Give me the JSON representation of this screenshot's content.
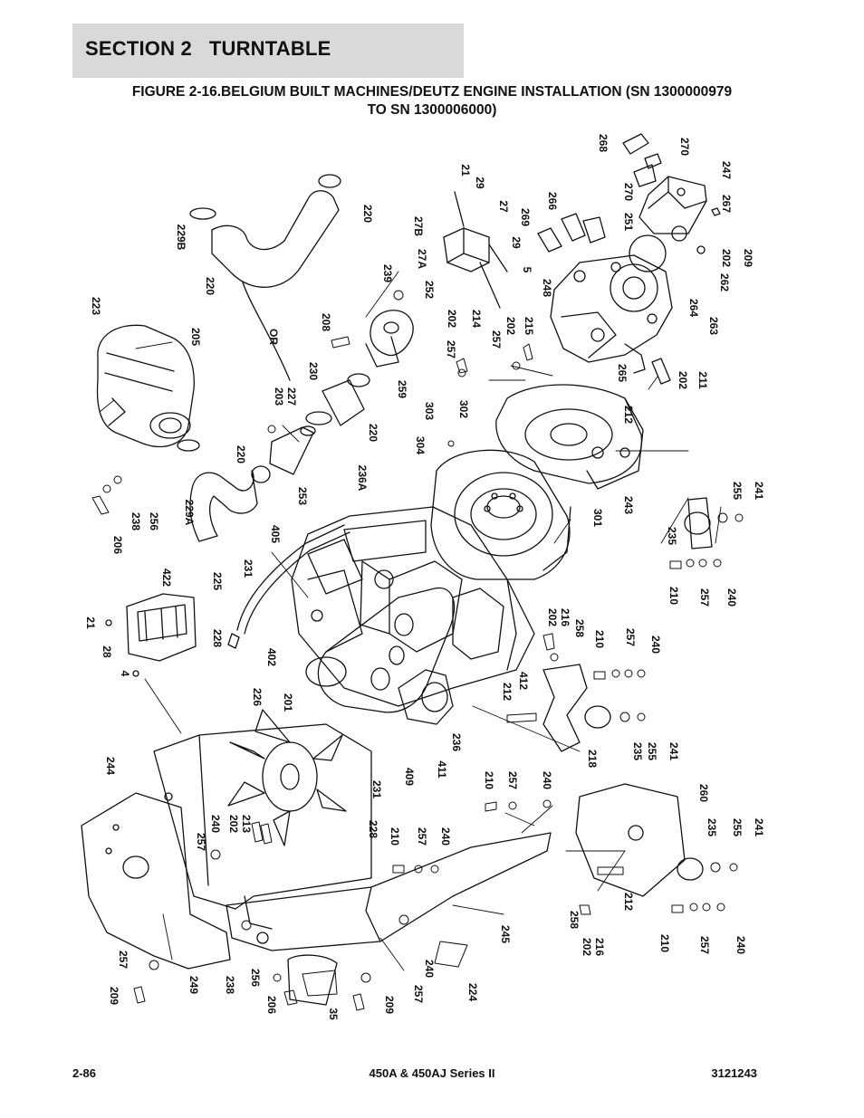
{
  "header": {
    "section": "SECTION 2   TURNTABLE"
  },
  "figure": {
    "title_line1": "FIGURE 2-16.BELGIUM BUILT MACHINES/DEUTZ ENGINE INSTALLATION (SN 1300000979",
    "title_line2": "TO SN 1300006000)"
  },
  "callouts": [
    "21",
    "29",
    "27",
    "27B",
    "27A",
    "5",
    "29",
    "268",
    "270",
    "270",
    "247",
    "266",
    "269",
    "251",
    "267",
    "202",
    "209",
    "262",
    "248",
    "264",
    "263",
    "265",
    "202",
    "211",
    "202",
    "214",
    "202",
    "215",
    "257",
    "257",
    "239",
    "252",
    "208",
    "230",
    "259",
    "220",
    "220",
    "229B",
    "220",
    "223",
    "205",
    "OR",
    "203",
    "227",
    "302",
    "303",
    "304",
    "212",
    "236A",
    "301",
    "243",
    "255",
    "241",
    "235",
    "210",
    "257",
    "240",
    "220",
    "229A",
    "253",
    "238",
    "256",
    "206",
    "405",
    "231",
    "225",
    "422",
    "21",
    "28",
    "4",
    "228",
    "402",
    "202",
    "216",
    "258",
    "210",
    "257",
    "240",
    "412",
    "212",
    "218",
    "235",
    "255",
    "241",
    "226",
    "201",
    "236",
    "411",
    "409",
    "231",
    "228",
    "244",
    "257",
    "240",
    "202",
    "213",
    "210",
    "257",
    "240",
    "210",
    "257",
    "240",
    "260",
    "235",
    "255",
    "241",
    "212",
    "245",
    "258",
    "202",
    "216",
    "210",
    "257",
    "240",
    "257",
    "209",
    "249",
    "238",
    "256",
    "206",
    "35",
    "209",
    "257",
    "240",
    "224"
  ],
  "footer": {
    "page": "2-86",
    "model": "450A & 450AJ Series II",
    "doc": "3121243"
  }
}
